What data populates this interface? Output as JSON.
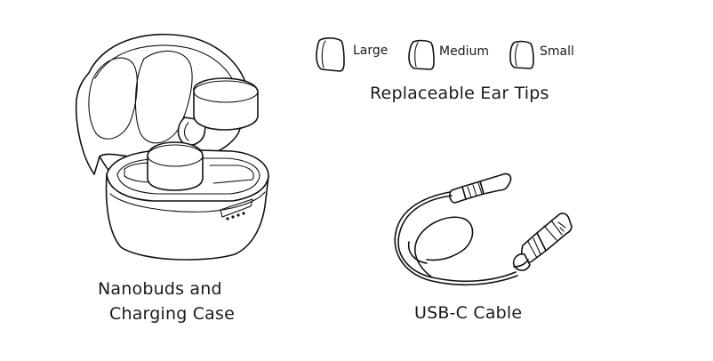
{
  "ear_tips": {
    "sizes": [
      {
        "label": "Large"
      },
      {
        "label": "Medium"
      },
      {
        "label": "Small"
      }
    ],
    "caption": "Replaceable Ear Tips"
  },
  "case": {
    "caption_line1": "Nanobuds and",
    "caption_line2": "Charging Case"
  },
  "cable": {
    "caption": "USB-C Cable"
  }
}
